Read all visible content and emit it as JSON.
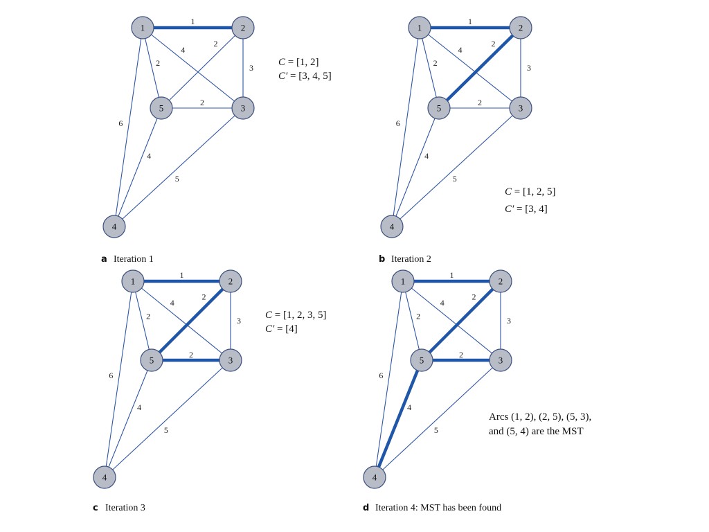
{
  "nodes": [
    "1",
    "2",
    "3",
    "4",
    "5"
  ],
  "edges": [
    {
      "from": "1",
      "to": "2",
      "weight": "1"
    },
    {
      "from": "1",
      "to": "3",
      "weight": "4"
    },
    {
      "from": "1",
      "to": "5",
      "weight": "2"
    },
    {
      "from": "1",
      "to": "4",
      "weight": "6"
    },
    {
      "from": "2",
      "to": "5",
      "weight": "2"
    },
    {
      "from": "2",
      "to": "3",
      "weight": "3"
    },
    {
      "from": "5",
      "to": "3",
      "weight": "2"
    },
    {
      "from": "5",
      "to": "4",
      "weight": "4"
    },
    {
      "from": "3",
      "to": "4",
      "weight": "5"
    }
  ],
  "panels": [
    {
      "letter": "a",
      "caption": "Iteration 1",
      "highlight": [
        "1-2"
      ],
      "note_lines": [
        {
          "var": "C",
          "text": " = [1, 2]"
        },
        {
          "var": "C′",
          "text": " = [3, 4, 5]"
        }
      ]
    },
    {
      "letter": "b",
      "caption": "Iteration 2",
      "highlight": [
        "1-2",
        "2-5"
      ],
      "note_lines": [
        {
          "var": "C",
          "text": " = [1, 2, 5]"
        },
        {
          "var": "C′",
          "text": " = [3, 4]"
        }
      ]
    },
    {
      "letter": "c",
      "caption": "Iteration 3",
      "highlight": [
        "1-2",
        "2-5",
        "5-3"
      ],
      "note_lines": [
        {
          "var": "C",
          "text": " = [1, 2, 3, 5]"
        },
        {
          "var": "C′",
          "text": " = [4]"
        }
      ]
    },
    {
      "letter": "d",
      "caption": "Iteration 4: MST has been found",
      "highlight": [
        "1-2",
        "2-5",
        "5-3",
        "5-4"
      ],
      "note_lines": [
        {
          "var": "",
          "text": "Arcs (1, 2), (2, 5), (5, 3),"
        },
        {
          "var": "",
          "text": "and (5, 4) are the MST"
        }
      ]
    }
  ]
}
